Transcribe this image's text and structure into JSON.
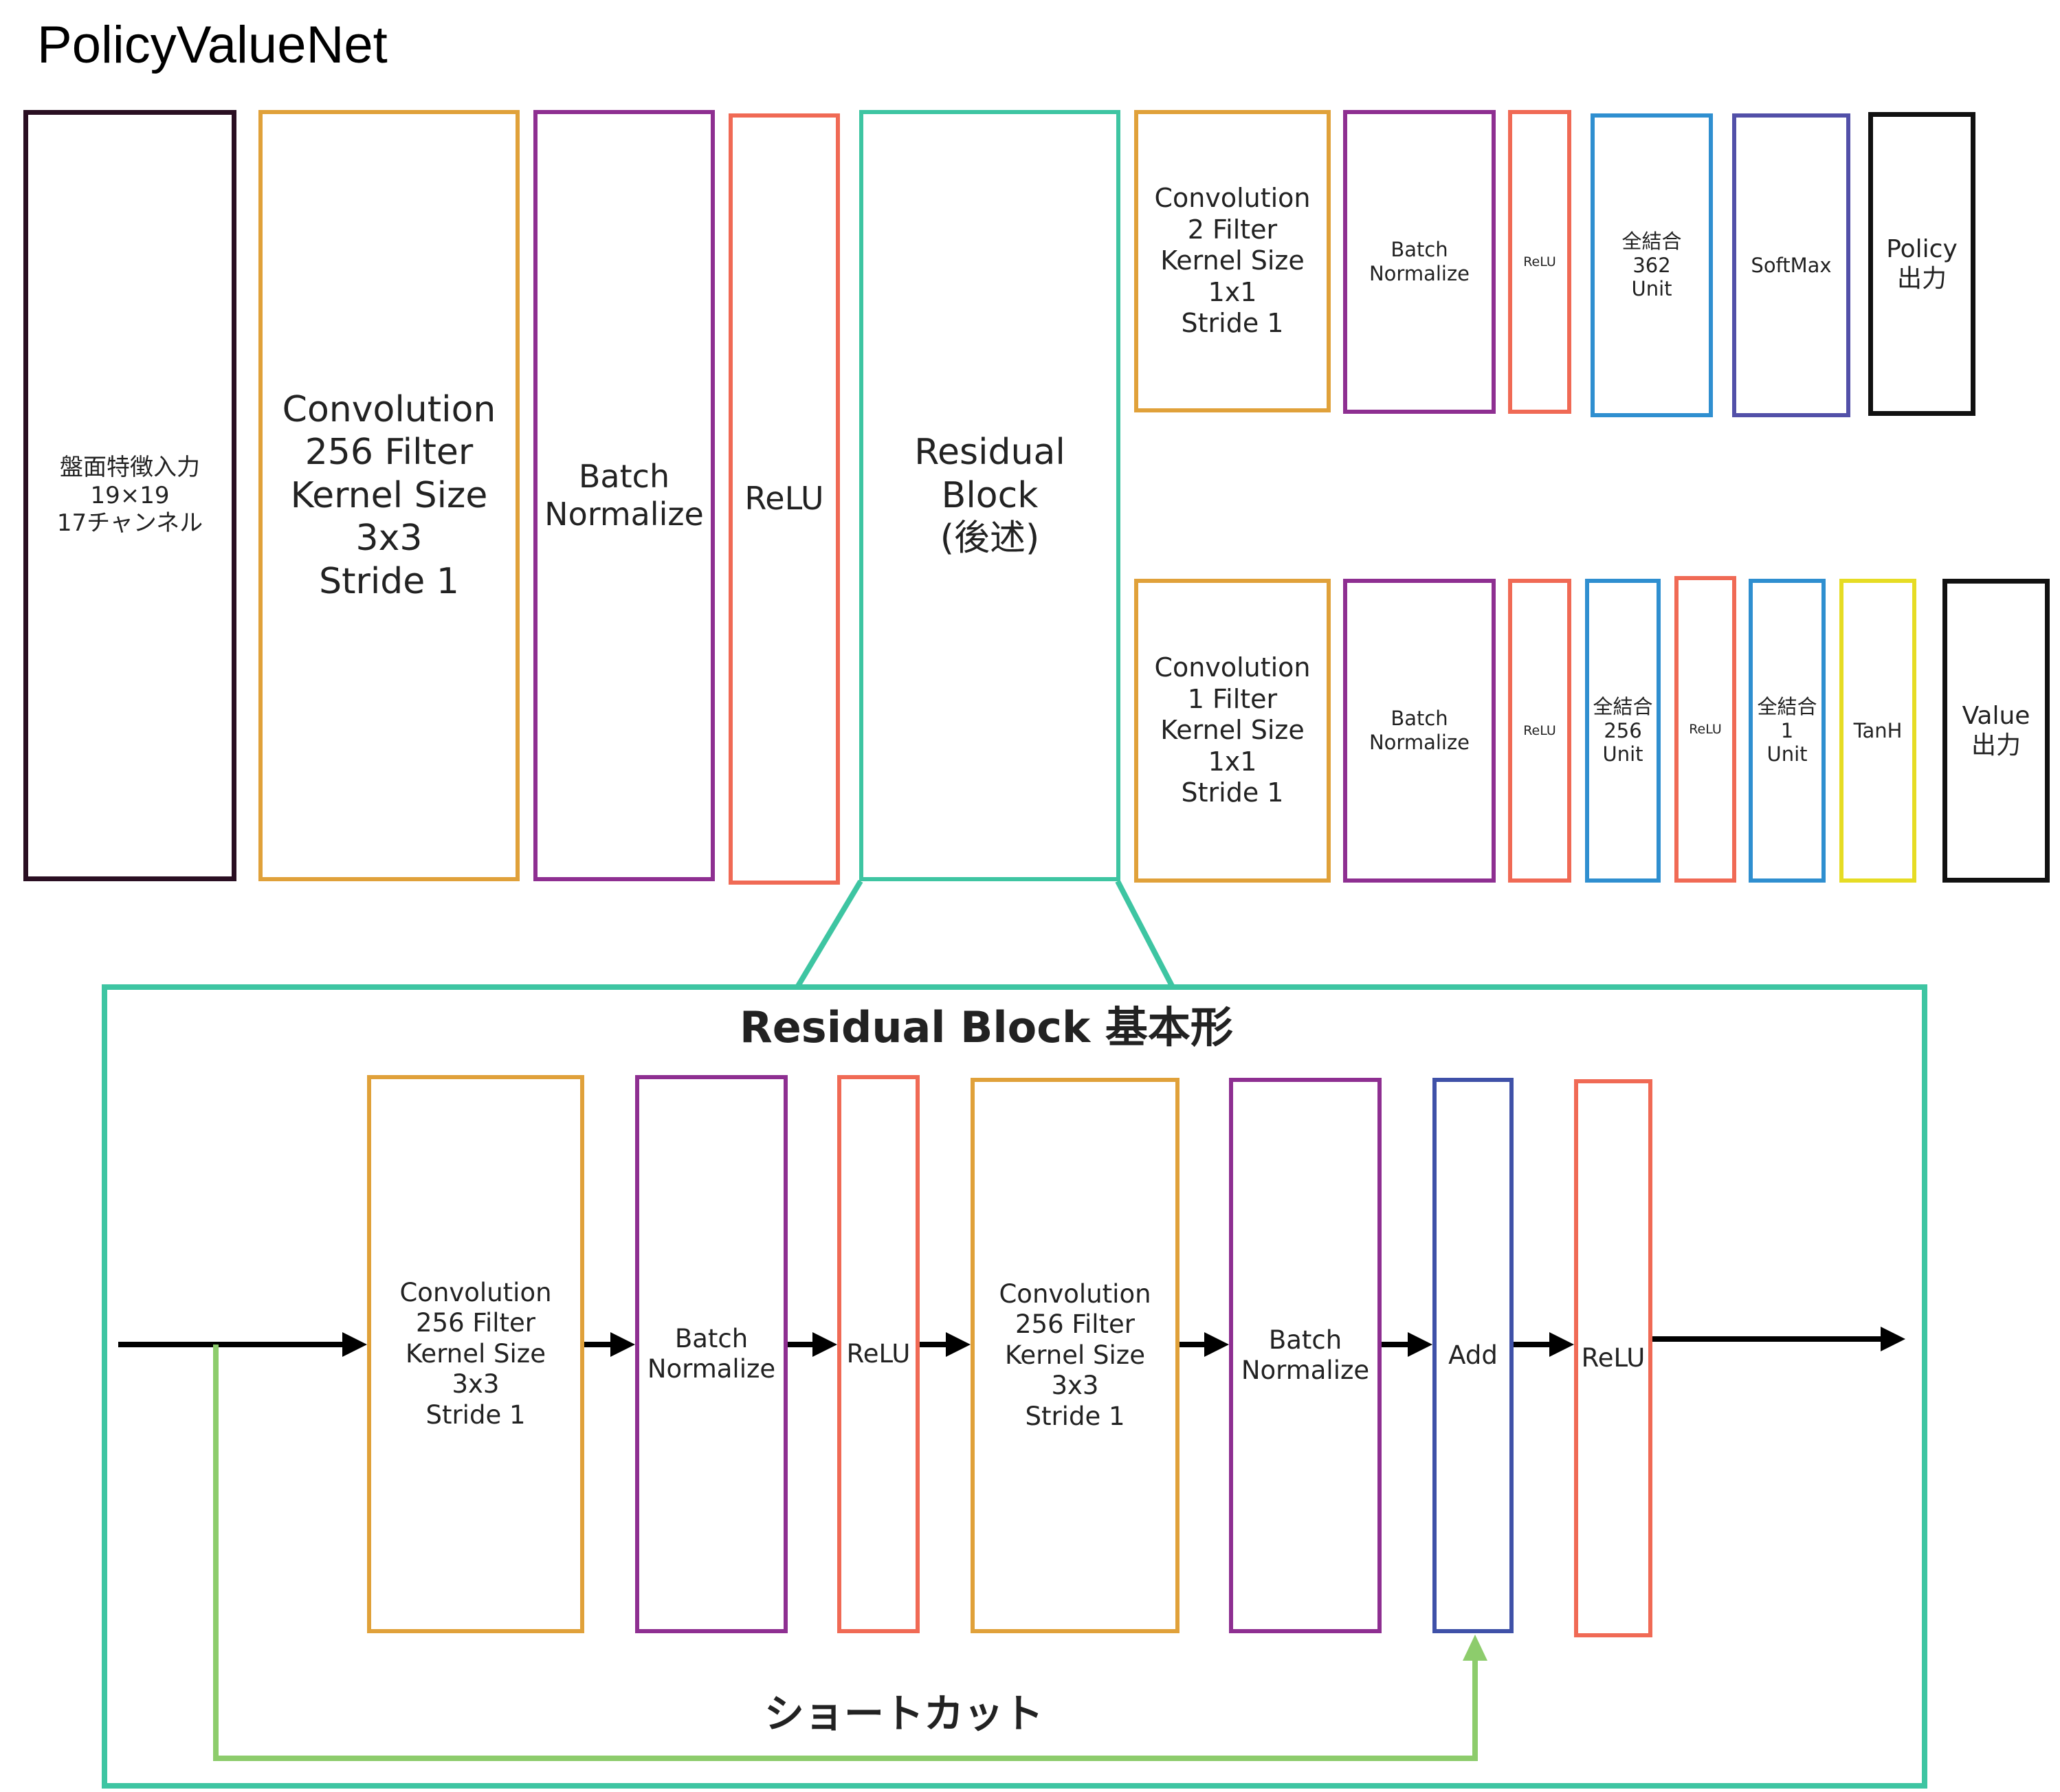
{
  "title": "PolicyValueNet",
  "main_path": [
    {
      "id": "input",
      "label": "盤面特徴入力\n19×19\n17チャンネル",
      "color": "#2a0f22"
    },
    {
      "id": "conv",
      "label": "Convolution\n256 Filter\nKernel Size\n3x3\nStride 1",
      "color": "#e0a13a"
    },
    {
      "id": "bn",
      "label": "Batch\nNormalize",
      "color": "#8e2f91"
    },
    {
      "id": "relu",
      "label": "ReLU",
      "color": "#f06a55"
    },
    {
      "id": "resblock",
      "label": "Residual\nBlock\n(後述)",
      "color": "#3ec5a2"
    }
  ],
  "policy_head": [
    {
      "id": "p-conv",
      "label": "Convolution\n2 Filter\nKernel Size\n1x1\nStride 1",
      "color": "#e0a13a"
    },
    {
      "id": "p-bn",
      "label": "Batch\nNormalize",
      "color": "#8e2f91"
    },
    {
      "id": "p-relu",
      "label": "ReLU",
      "color": "#f06a55"
    },
    {
      "id": "p-fc",
      "label": "全結合\n362\nUnit",
      "color": "#2f8fd0"
    },
    {
      "id": "p-softmax",
      "label": "SoftMax",
      "color": "#5250a8"
    },
    {
      "id": "p-out",
      "label": "Policy\n出力",
      "color": "#111111"
    }
  ],
  "value_head": [
    {
      "id": "v-conv",
      "label": "Convolution\n1 Filter\nKernel Size\n1x1\nStride 1",
      "color": "#e0a13a"
    },
    {
      "id": "v-bn",
      "label": "Batch\nNormalize",
      "color": "#8e2f91"
    },
    {
      "id": "v-relu1",
      "label": "ReLU",
      "color": "#f06a55"
    },
    {
      "id": "v-fc1",
      "label": "全結合\n256\nUnit",
      "color": "#2f8fd0"
    },
    {
      "id": "v-relu2",
      "label": "ReLU",
      "color": "#f06a55"
    },
    {
      "id": "v-fc2",
      "label": "全結合\n1\nUnit",
      "color": "#2f8fd0"
    },
    {
      "id": "v-tanh",
      "label": "TanH",
      "color": "#e6dc24"
    },
    {
      "id": "v-out",
      "label": "Value\n出力",
      "color": "#111111"
    }
  ],
  "residual_detail": {
    "title": "Residual Block 基本形",
    "shortcut_label": "ショートカット",
    "frame_color": "#3ec5a2",
    "shortcut_color": "#8dcc6c",
    "blocks": [
      {
        "id": "r-conv1",
        "label": "Convolution\n256 Filter\nKernel Size\n3x3\nStride 1",
        "color": "#e0a13a"
      },
      {
        "id": "r-bn1",
        "label": "Batch\nNormalize",
        "color": "#8e2f91"
      },
      {
        "id": "r-relu1",
        "label": "ReLU",
        "color": "#f06a55"
      },
      {
        "id": "r-conv2",
        "label": "Convolution\n256 Filter\nKernel Size\n3x3\nStride 1",
        "color": "#e0a13a"
      },
      {
        "id": "r-bn2",
        "label": "Batch\nNormalize",
        "color": "#8e2f91"
      },
      {
        "id": "r-add",
        "label": "Add",
        "color": "#3f51a8"
      },
      {
        "id": "r-relu2",
        "label": "ReLU",
        "color": "#f06a55"
      }
    ]
  }
}
